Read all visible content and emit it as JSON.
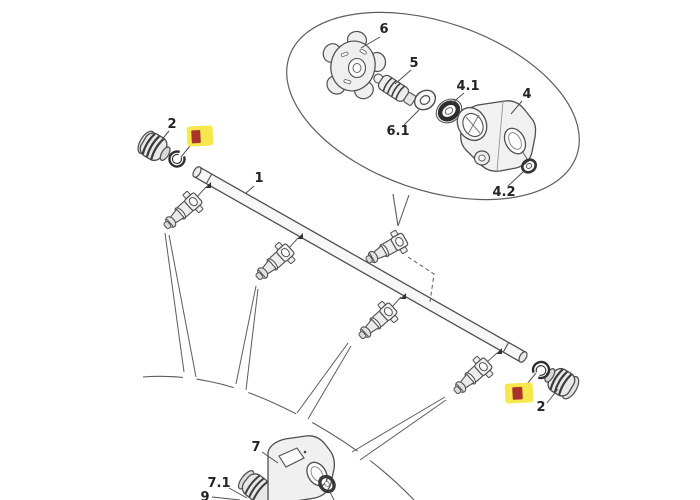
{
  "diagram": {
    "background": "#ffffff",
    "line_color": "#4f4f4f",
    "highlight": {
      "fill": "#f6e84c",
      "marker_fill": "#a8342a",
      "marker_border": "#7c241c"
    },
    "part_labels": {
      "part1": "1",
      "part2_left": "2",
      "part2_right": "2",
      "part4": "4",
      "part4_1": "4.1",
      "part4_2": "4.2",
      "part5": "5",
      "part6": "6",
      "part6_1": "6.1",
      "part7": "7",
      "part7_1": "7.1",
      "part9": "9"
    }
  }
}
